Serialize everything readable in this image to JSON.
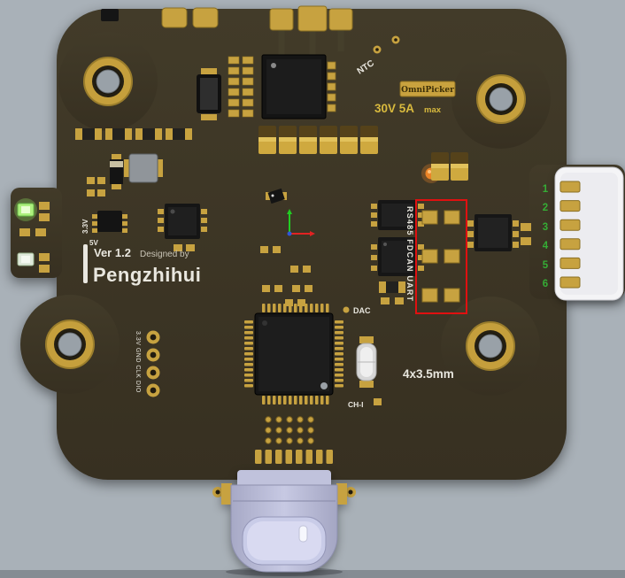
{
  "board": {
    "labels": {
      "ntc": "NTC",
      "brand_badge": "OmniPicker",
      "power_rating": "30V 5A",
      "power_rating_unit": "max",
      "interface_ports": "RS485 FDCAN UART",
      "dac": "DAC",
      "ch_i": "CH-I",
      "mounting_spec": "4x3.5mm",
      "rail_3v3": "3.3V",
      "rail_5v": "5V",
      "debug_header": "3.3V GND CLK DIO"
    },
    "title_block": {
      "version": "Ver 1.2",
      "designed_by": "Designed by",
      "designer": "Pengzhihui"
    },
    "right_connector": {
      "pin_numbers": [
        "1",
        "2",
        "3",
        "4",
        "5",
        "6"
      ]
    },
    "colors": {
      "background": "#a9b1b8",
      "board_substrate": "#3b3526",
      "pad_gold": "#c7a240",
      "silkscreen": "#e9e7df",
      "highlight_box_red": "#e01010",
      "pin_numbers_green": "#35ad35",
      "rating_text_gold": "#d9ba3e",
      "status_led_orange": "#ec8427",
      "status_led_green": "#9cf06a",
      "usb_shell_lavender": "#b9bbd8",
      "connector_housing_white": "#f4f4f6"
    }
  }
}
